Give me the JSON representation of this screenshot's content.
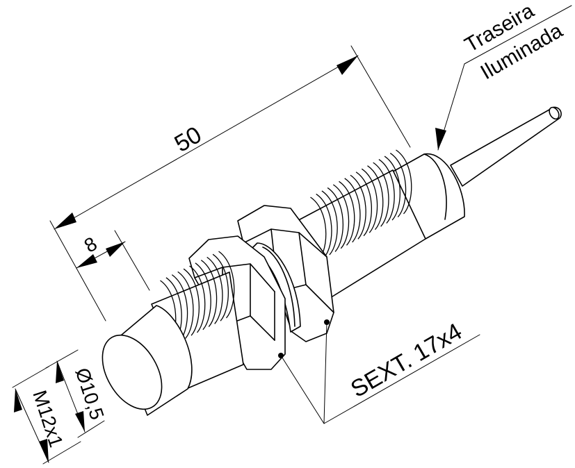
{
  "labels": {
    "length_total": "50",
    "length_front": "8",
    "illumination_line1": "Traseira",
    "illumination_line2": "Iluminada",
    "hex_nut": "SEXT. 17x4",
    "inner_diameter": "Ø10,5",
    "thread": "M12x1"
  }
}
